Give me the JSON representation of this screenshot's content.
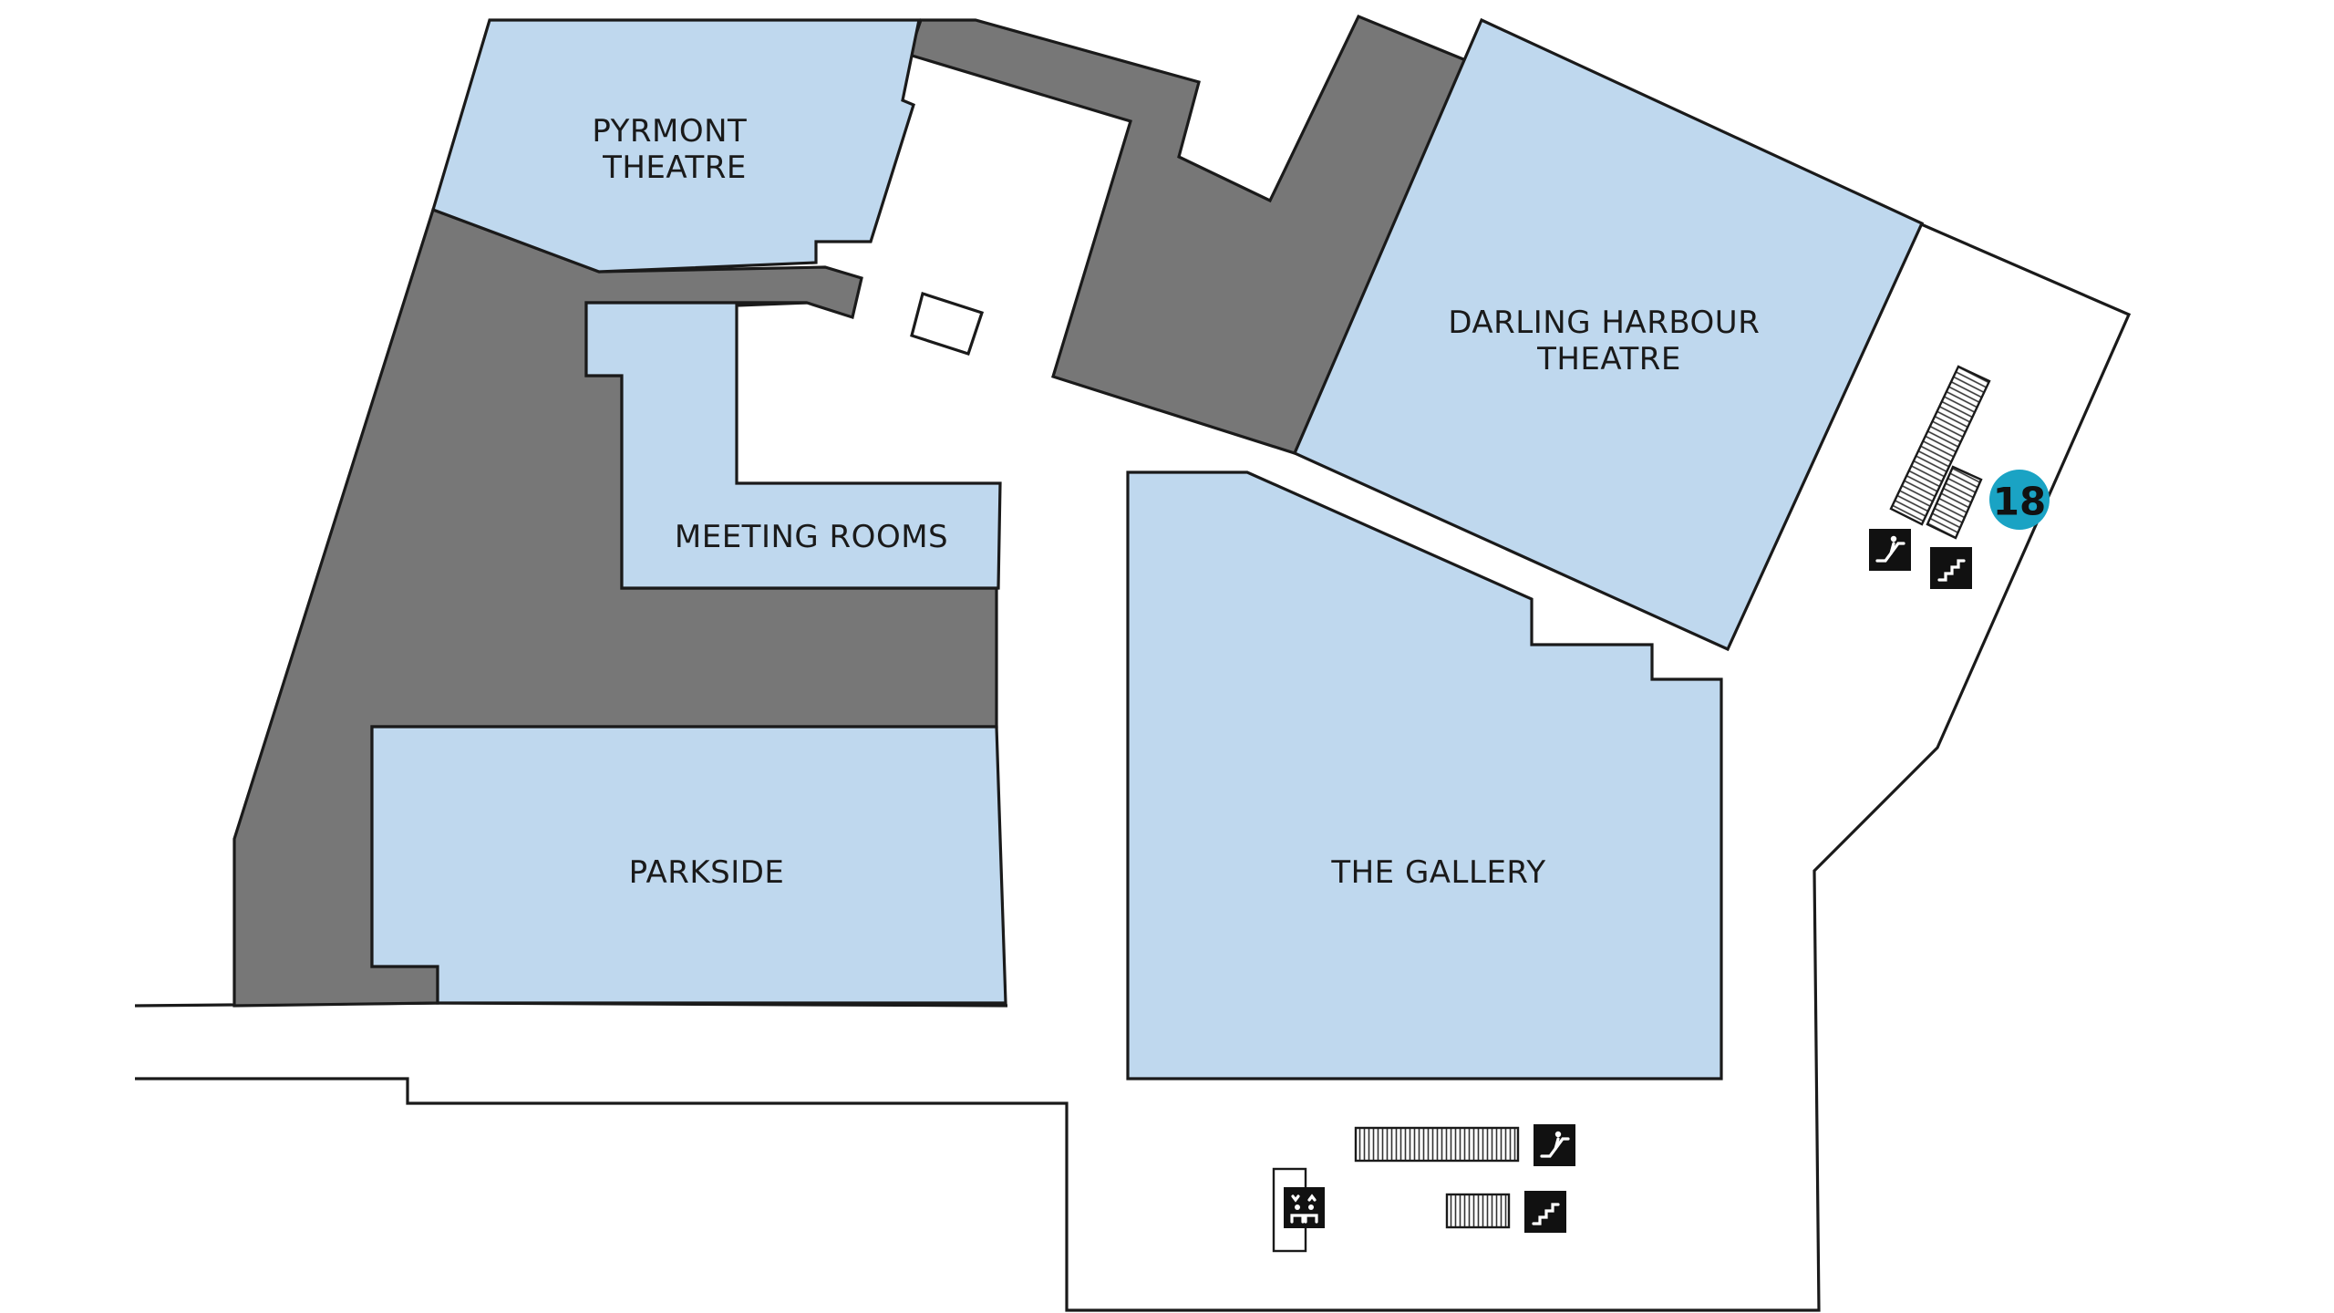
{
  "map": {
    "rooms": {
      "pyrmont_theatre": [
        "PYRMONT",
        "THEATRE"
      ],
      "darling_harbour_theatre": [
        "DARLING HARBOUR",
        "THEATRE"
      ],
      "meeting_rooms": "MEETING ROOMS",
      "parkside": "PARKSIDE",
      "the_gallery": "THE GALLERY"
    },
    "marker": {
      "number": "18",
      "color": "#1aa3c4"
    },
    "colors": {
      "room": "#bfd8ee",
      "service": "#777777",
      "outline": "#1a1a1a"
    },
    "icons": [
      "escalator-icon",
      "stairs-icon",
      "lift-icon"
    ]
  }
}
